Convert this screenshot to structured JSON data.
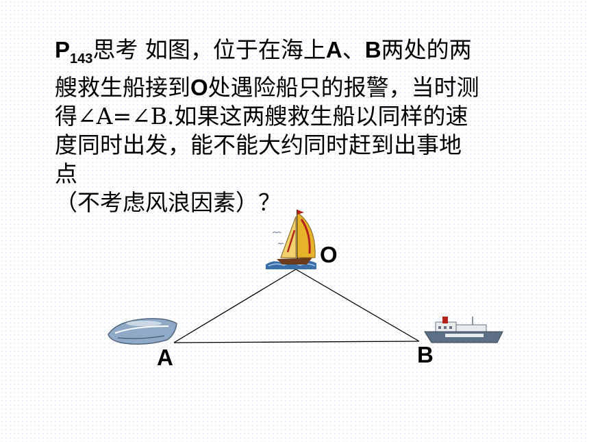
{
  "problem": {
    "line1": {
      "p": "P",
      "sub": "143",
      "text1": "思考  如图，位于在海上",
      "A": "A",
      "sep": "、",
      "B": "B",
      "text2": "两处的两"
    },
    "line2": {
      "text1": "艘救生船接到",
      "O": "O",
      "text2": "处遇险船只的报警，当时测"
    },
    "line3": {
      "text1": "得",
      "angles": "∠A=∠B.",
      "text2": "如果这两艘救生船以同样的速"
    },
    "line4": "度同时出发，能不能大约同时赶到出事地",
    "line5": "点",
    "line6": "（不考虑风浪因素）？"
  },
  "diagram": {
    "labels": {
      "O": "O",
      "A": "A",
      "B": "B"
    },
    "icons": [
      "sailboat-icon",
      "lifeboat-icon",
      "ship-icon"
    ],
    "colors": {
      "line": "#000000",
      "sail_yellow": "#e6b32a",
      "sail_red": "#b3231b",
      "sea": "#3a6ea8",
      "lifeboat": "#8fa9c6",
      "ship_hull": "#5d6f86",
      "ship_cabin": "#e8ecef"
    }
  }
}
